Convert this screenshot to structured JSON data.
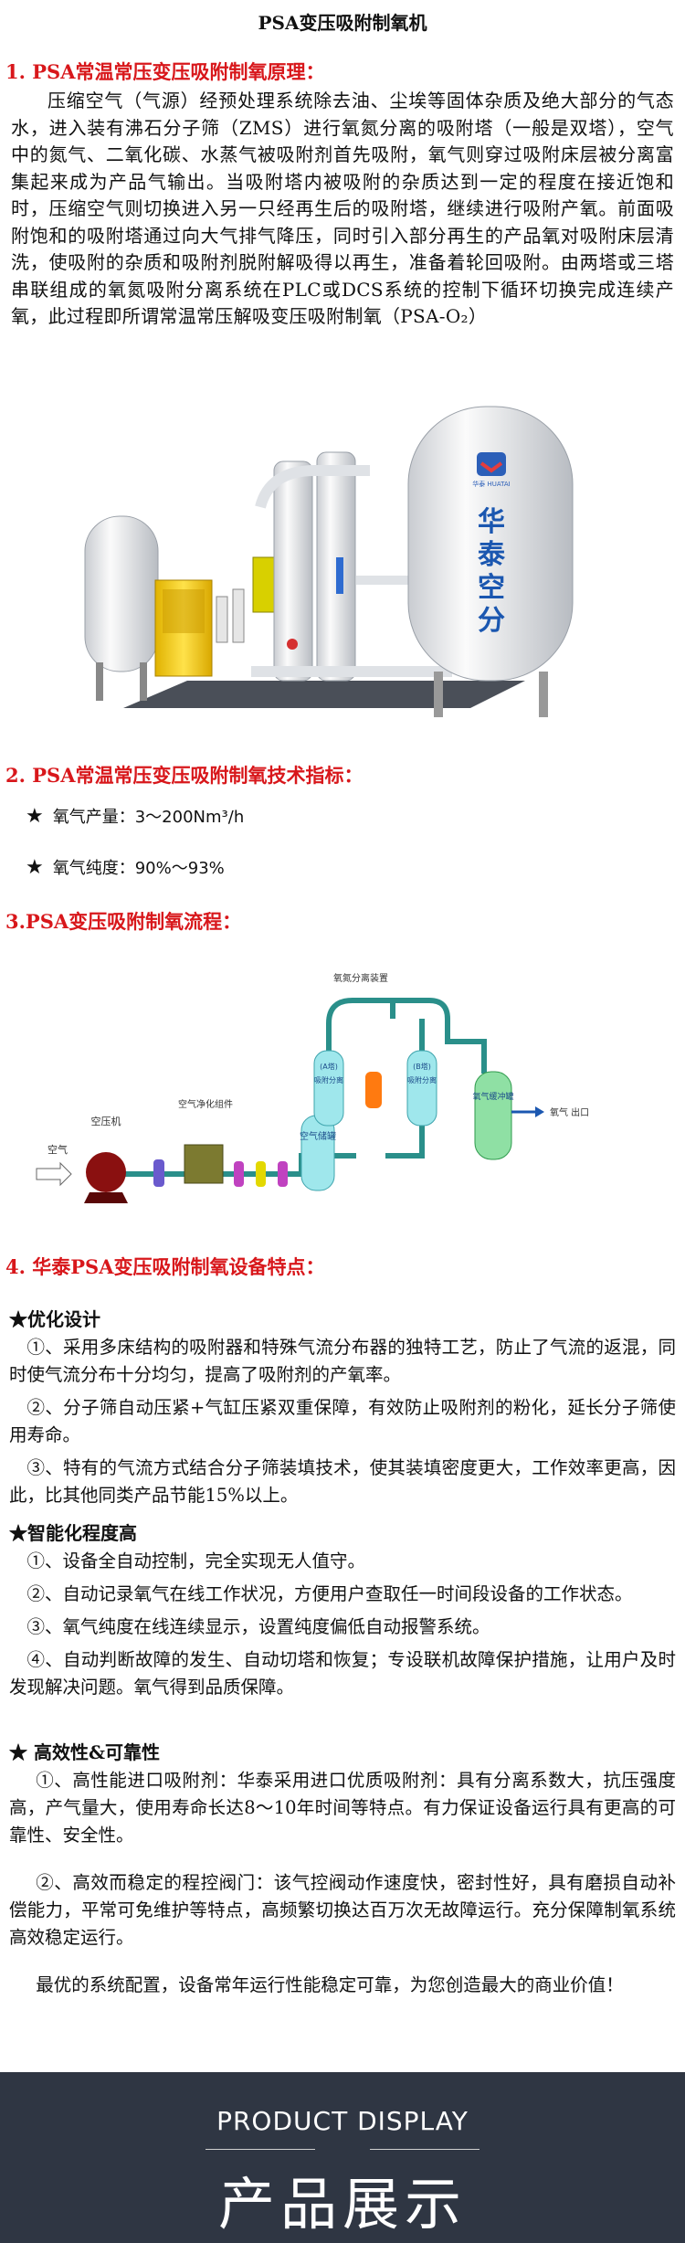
{
  "title": "PSA变压吸附制氧机",
  "section1": {
    "heading": "1. PSA常温常压变压吸附制氧原理：",
    "body": "压缩空气（气源）经预处理系统除去油、尘埃等固体杂质及绝大部分的气态水，进入装有沸石分子筛（ZMS）进行氧氮分离的吸附塔（一般是双塔），空气中的氮气、二氧化碳、水蒸气被吸附剂首先吸附，氧气则穿过吸附床层被分离富集起来成为产品气输出。当吸附塔内被吸附的杂质达到一定的程度在接近饱和时，压缩空气则切换进入另一只经再生后的吸附塔，继续进行吸附产氧。前面吸附饱和的吸附塔通过向大气排气降压，同时引入部分再生的产品氧对吸附床层清洗，使吸附的杂质和吸附剂脱附解吸得以再生，准备着轮回吸附。由两塔或三塔串联组成的氧氮吸附分离系统在PLC或DCS系统的控制下循环切换完成连续产氧，此过程即所谓常温常压解吸变压吸附制氧（PSA-O₂）"
  },
  "machine_image": {
    "brand_text": "华泰空分",
    "logo_caption": "华泰 HUATAI"
  },
  "section2": {
    "heading": "2. PSA常温常压变压吸附制氧技术指标：",
    "spec1": "氧气产量：3～200Nm³/h",
    "spec2": "氧气纯度：90%～93%"
  },
  "section3": {
    "heading": "3.PSA变压吸附制氧流程：",
    "diagram": {
      "adsorber_group": "氧氮分离装置",
      "air_in": "空气",
      "compressor": "空压机",
      "purifier": "空气净化组件",
      "air_tank": "空气储罐",
      "tower_a": "吸附分离",
      "tower_b": "吸附分离",
      "tower_a_label": "(A塔)",
      "tower_b_label": "(B塔)",
      "buffer_tank": "氧气缓冲罐",
      "oxygen_out": "氧气 出口"
    }
  },
  "section4": {
    "heading": "4. 华泰PSA变压吸附制氧设备特点：",
    "groups": [
      {
        "title": "★优化设计",
        "items": [
          "①、采用多床结构的吸附器和特殊气流分布器的独特工艺，防止了气流的返混，同时使气流分布十分均匀，提高了吸附剂的产氧率。",
          "②、分子筛自动压紧+气缸压紧双重保障，有效防止吸附剂的粉化，延长分子筛使用寿命。",
          "③、特有的气流方式结合分子筛装填技术，使其装填密度更大，工作效率更高，因此，比其他同类产品节能15%以上。"
        ]
      },
      {
        "title": "★智能化程度高",
        "items": [
          "①、设备全自动控制，完全实现无人值守。",
          "②、自动记录氧气在线工作状况，方便用户查取任一时间段设备的工作状态。",
          "③、氧气纯度在线连续显示，设置纯度偏低自动报警系统。",
          "④、自动判断故障的发生、自动切塔和恢复；专设联机故障保护措施，让用户及时发现解决问题。氧气得到品质保障。"
        ]
      },
      {
        "title": "★ 高效性&可靠性",
        "items": [
          "①、高性能进口吸附剂：华泰采用进口优质吸附剂：具有分离系数大，抗压强度高，产气量大，使用寿命长达8～10年时间等特点。有力保证设备运行具有更高的可靠性、安全性。",
          "②、高效而稳定的程控阀门：该气控阀动作速度快，密封性好，具有磨损自动补偿能力，平常可免维护等特点，高频繁切换达百万次无故障运行。充分保障制氧系统高效稳定运行。"
        ]
      }
    ],
    "closing": "最优的系统配置，设备常年运行性能稳定可靠，为您创造最大的商业价值！"
  },
  "footer": {
    "en": "PRODUCT DISPLAY",
    "zh": "产品展示"
  }
}
